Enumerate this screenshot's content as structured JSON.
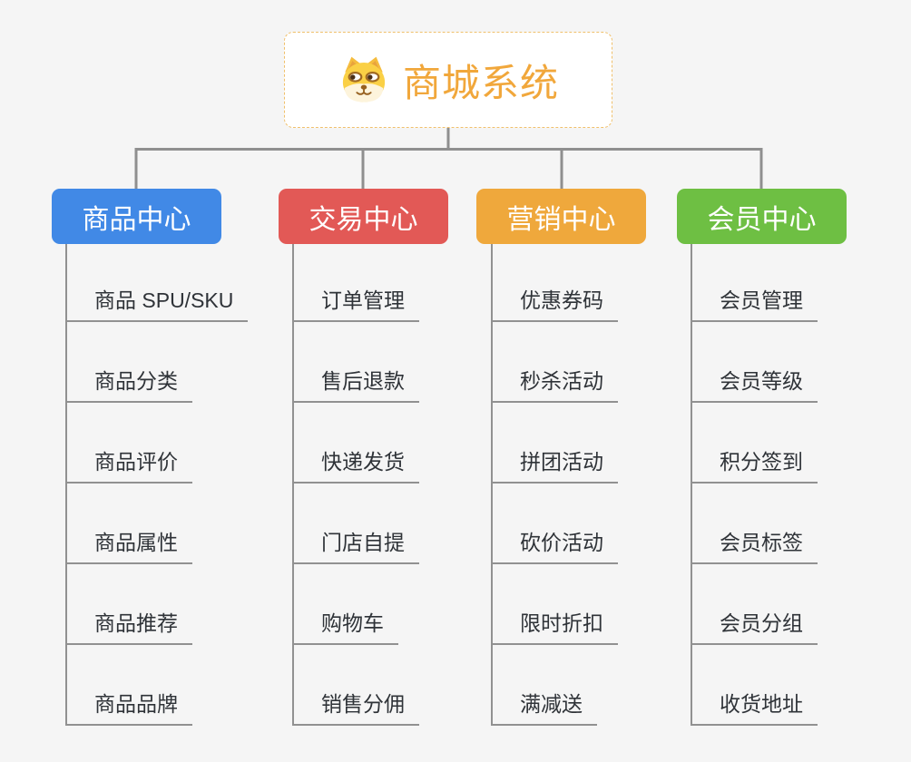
{
  "root": {
    "title": "商城系统",
    "icon": "dog-face-icon",
    "text_color": "#f1a73b",
    "border_color": "#f0c06c",
    "background": "#ffffff"
  },
  "colors": {
    "canvas_background": "#f5f5f5",
    "connector_line": "#8f8f8f",
    "item_line": "#919191",
    "item_text": "#2f3338"
  },
  "branches": [
    {
      "label": "商品中心",
      "color": "#4189e6",
      "items": [
        "商品 SPU/SKU",
        "商品分类",
        "商品评价",
        "商品属性",
        "商品推荐",
        "商品品牌"
      ]
    },
    {
      "label": "交易中心",
      "color": "#e25956",
      "items": [
        "订单管理",
        "售后退款",
        "快递发货",
        "门店自提",
        "购物车",
        "销售分佣"
      ]
    },
    {
      "label": "营销中心",
      "color": "#efa83c",
      "items": [
        "优惠券码",
        "秒杀活动",
        "拼团活动",
        "砍价活动",
        "限时折扣",
        "满减送"
      ]
    },
    {
      "label": "会员中心",
      "color": "#6ebf43",
      "items": [
        "会员管理",
        "会员等级",
        "积分签到",
        "会员标签",
        "会员分组",
        "收货地址"
      ]
    }
  ]
}
